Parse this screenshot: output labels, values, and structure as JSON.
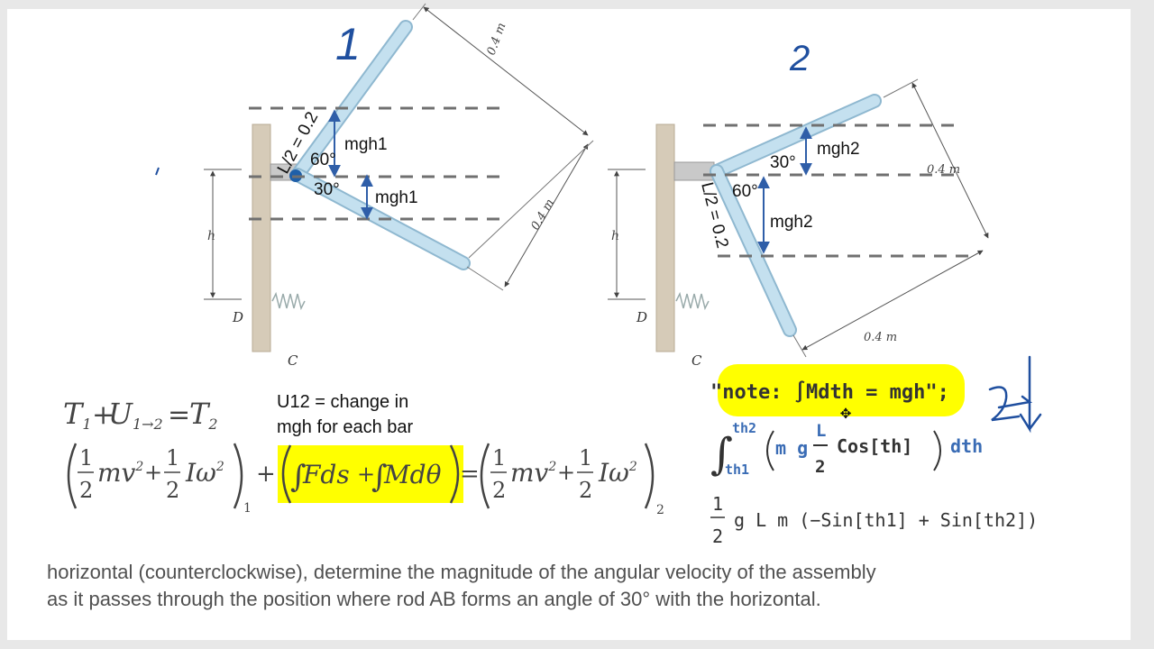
{
  "figure1": {
    "number": "1",
    "rod_length_upper": "0.4 m",
    "rod_length_lower": "0.4 m",
    "half_length": "L/2 = 0.2",
    "angle_60": "60°",
    "angle_30": "30°",
    "mgh_upper": "mgh1",
    "mgh_lower": "mgh1",
    "h": "h",
    "d": "D",
    "c": "C"
  },
  "figure2": {
    "number": "2",
    "rod_length_upper": "0.4 m",
    "rod_length_lower": "0.4 m",
    "half_length": "L/2 = 0.2",
    "angle_60": "60°",
    "angle_30": "30°",
    "mgh_upper": "mgh2",
    "mgh_lower": "mgh2",
    "h": "h",
    "d": "D",
    "c": "C"
  },
  "energy": {
    "T1": "T",
    "T1_sub": "1",
    "U": "U",
    "U_sub": "1→2",
    "T2": "T",
    "T2_sub": "2",
    "plus": "+",
    "equals": "=",
    "one": "1",
    "two": "2",
    "mv2": "mv",
    "sq": "2",
    "Iw": "Iω",
    "Fds": "Fds",
    "Mdtheta": "Mdθ",
    "sub1": "1",
    "sub2": "2",
    "integral": "∫"
  },
  "annotation": {
    "u12_line1": "U12 = change in",
    "u12_line2": "mgh for each bar"
  },
  "mathematica": {
    "note": "\"note: ∫Mdth = mgh\";",
    "int_upper": "th2",
    "int_lower": "th1",
    "integrand_mg": "m g",
    "L": "L",
    "denom": "2",
    "cos": "Cos[th]",
    "dth": "dth",
    "result_num": "1",
    "result_den": "2",
    "result": "g L m (−Sin[th1] + Sin[th2])"
  },
  "problem": {
    "line1": "horizontal (counterclockwise), determine the magnitude of the angular velocity of the assembly",
    "line2": "as it passes through the position where rod AB forms an angle of 30° with the horizontal."
  },
  "colors": {
    "rod": "#b8d8ea",
    "rod_edge": "#8fb8d0",
    "wall": "#d6cbb8",
    "arrow": "#2f5ea8",
    "ink": "#1f4f9f",
    "highlight": "#ffff00",
    "dash": "#707070"
  }
}
